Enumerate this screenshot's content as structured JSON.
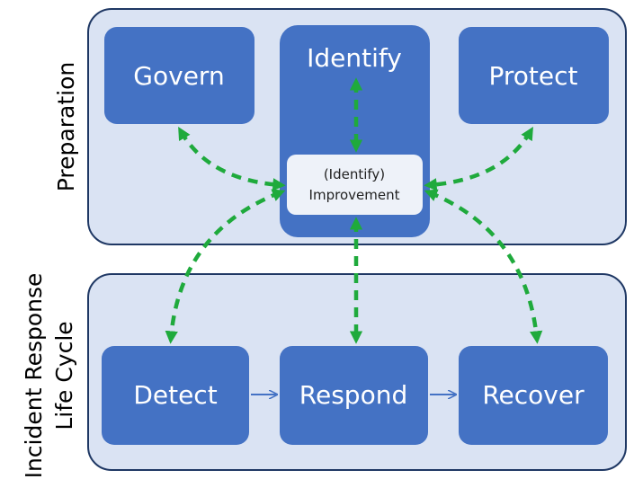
{
  "sections": {
    "preparation": "Preparation",
    "lifecycle_line1": "Incident Response",
    "lifecycle_line2": "Life Cycle"
  },
  "nodes": {
    "govern": "Govern",
    "identify": "Identify",
    "protect": "Protect",
    "improvement_line1": "(Identify)",
    "improvement_line2": "Improvement",
    "detect": "Detect",
    "respond": "Respond",
    "recover": "Recover"
  },
  "colors": {
    "box": "#4472c4",
    "panel": "#dae3f3",
    "panel_border": "#1f3864",
    "dashed_arrow": "#1faa3c",
    "inner_box": "#eef2f9"
  }
}
